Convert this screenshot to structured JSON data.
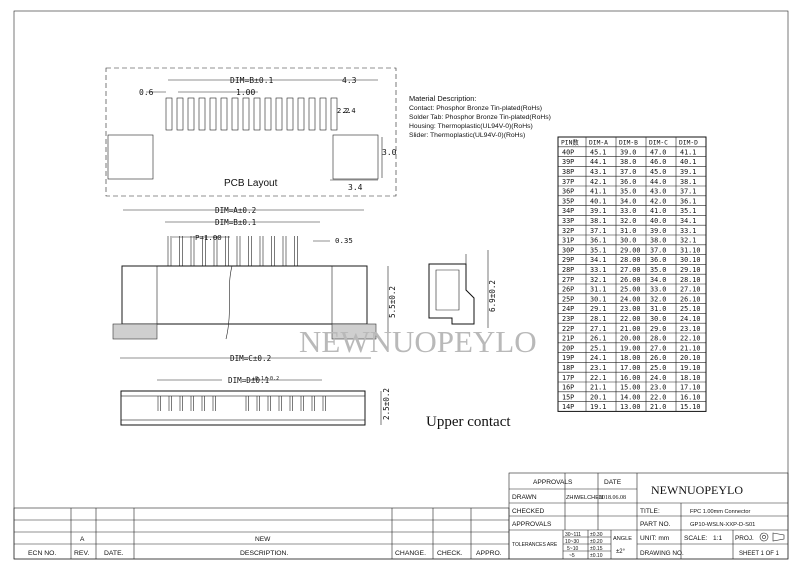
{
  "material": {
    "title": "Material Description:",
    "lines": [
      "Contact: Phosphor Bronze Tin-plated(RoHs)",
      "Solder Tab: Phosphor Bronze Tin-plated(RoHs)",
      "Housing: Thermoplastic(UL94V-0)(RoHs)",
      "Slider: Thermoplastic(UL94V-0)(RoHs)"
    ]
  },
  "pcb": {
    "title": "PCB Layout",
    "dim_b": "DIM=B±0.1",
    "pitch": "1.00",
    "left": "0.6",
    "right": "4.3",
    "h1": "2.2",
    "h2": "2.4",
    "pad_h": "3.0",
    "pad_w": "3.4"
  },
  "front": {
    "dim_a": "DIM=A±0.2",
    "dim_b": "DIM=B±0.1",
    "pitch": "P=1.00",
    "lead": "0.35",
    "height": "5.5±0.2",
    "dim_c": "DIM=C±0.2"
  },
  "side": {
    "height": "6.9±0.2"
  },
  "bottom": {
    "dim_d": "DIM=D±0.1",
    "dim_d_tol": "+0.1/-0.2",
    "height": "2.5±0.2"
  },
  "caption": "Upper contact",
  "watermark": "NEWNUOPEYLO",
  "dims_table": {
    "headers": [
      "PIN数",
      "DIM-A",
      "DIM-B",
      "DIM-C",
      "DIM-D"
    ],
    "rows": [
      [
        "40P",
        "45.1",
        "39.0",
        "47.0",
        "41.1"
      ],
      [
        "39P",
        "44.1",
        "38.0",
        "46.0",
        "40.1"
      ],
      [
        "38P",
        "43.1",
        "37.0",
        "45.0",
        "39.1"
      ],
      [
        "37P",
        "42.1",
        "36.0",
        "44.0",
        "38.1"
      ],
      [
        "36P",
        "41.1",
        "35.0",
        "43.0",
        "37.1"
      ],
      [
        "35P",
        "40.1",
        "34.0",
        "42.0",
        "36.1"
      ],
      [
        "34P",
        "39.1",
        "33.0",
        "41.0",
        "35.1"
      ],
      [
        "33P",
        "38.1",
        "32.0",
        "40.0",
        "34.1"
      ],
      [
        "32P",
        "37.1",
        "31.0",
        "39.0",
        "33.1"
      ],
      [
        "31P",
        "36.1",
        "30.0",
        "38.0",
        "32.1"
      ],
      [
        "30P",
        "35.1",
        "29.00",
        "37.0",
        "31.10"
      ],
      [
        "29P",
        "34.1",
        "28.00",
        "36.0",
        "30.10"
      ],
      [
        "28P",
        "33.1",
        "27.00",
        "35.0",
        "29.10"
      ],
      [
        "27P",
        "32.1",
        "26.00",
        "34.0",
        "28.10"
      ],
      [
        "26P",
        "31.1",
        "25.00",
        "33.0",
        "27.10"
      ],
      [
        "25P",
        "30.1",
        "24.00",
        "32.0",
        "26.10"
      ],
      [
        "24P",
        "29.1",
        "23.00",
        "31.0",
        "25.10"
      ],
      [
        "23P",
        "28.1",
        "22.00",
        "30.0",
        "24.10"
      ],
      [
        "22P",
        "27.1",
        "21.00",
        "29.0",
        "23.10"
      ],
      [
        "21P",
        "26.1",
        "20.00",
        "28.0",
        "22.10"
      ],
      [
        "20P",
        "25.1",
        "19.00",
        "27.0",
        "21.10"
      ],
      [
        "19P",
        "24.1",
        "18.00",
        "26.0",
        "20.10"
      ],
      [
        "18P",
        "23.1",
        "17.00",
        "25.0",
        "19.10"
      ],
      [
        "17P",
        "22.1",
        "16.00",
        "24.0",
        "18.10"
      ],
      [
        "16P",
        "21.1",
        "15.00",
        "23.0",
        "17.10"
      ],
      [
        "15P",
        "20.1",
        "14.00",
        "22.0",
        "16.10"
      ],
      [
        "14P",
        "19.1",
        "13.00",
        "21.0",
        "15.10"
      ]
    ]
  },
  "title_block": {
    "approvals": "APPROVALS",
    "date": "DATE",
    "drawn": "DRAWN",
    "drawn_by": "ZHIWELCHEN",
    "drawn_date": "2018.06.08",
    "checked": "CHECKED",
    "approvals_row": "APPROVALS",
    "tolerances": "TOLERANCES ARE",
    "tol_rows": [
      [
        "30~111",
        "±0.30"
      ],
      [
        "10~30",
        "±0.20"
      ],
      [
        "5~10",
        "±0.15"
      ],
      [
        "~5",
        "±0.10"
      ]
    ],
    "angle": "ANGLE",
    "angle_val": "±2°",
    "company": "NEWNUOPEYLO",
    "title_label": "TITLE:",
    "title_value": "FPC 1.00mm  Connector",
    "part_label": "PART NO.",
    "part_value": "GP10-WSLN-XXP-D-S01",
    "unit_label": "UNIT: mm",
    "scale_label": "SCALE:",
    "scale_value": "1:1",
    "proj_label": "PROJ.",
    "drawing_label": "DRAWING NO.",
    "sheet": "SHEET  1 OF 1"
  },
  "revision_block": {
    "rev_value": "A",
    "new_value": "NEW",
    "headers": [
      "ECN NO.",
      "REV.",
      "DATE.",
      "DESCRIPTION.",
      "CHANGE.",
      "CHECK.",
      "APPRO."
    ]
  }
}
